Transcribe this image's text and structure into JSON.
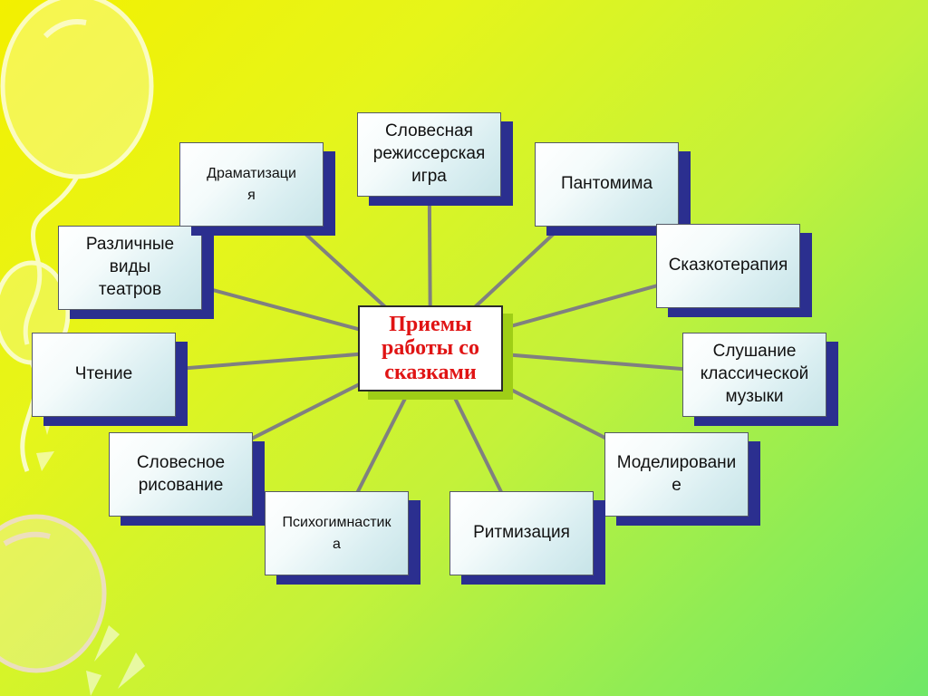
{
  "center": {
    "label": "Приемы\nработы со\nсказками"
  },
  "techniques": [
    {
      "id": "verbal-directing-game",
      "label": "Словесная\nрежиссерская\nигра"
    },
    {
      "id": "pantomime",
      "label": "Пантомима"
    },
    {
      "id": "fairytale-therapy",
      "label": "Сказкотерапия"
    },
    {
      "id": "listening-classical-music",
      "label": "Слушание\nклассической\nмузыки"
    },
    {
      "id": "modeling",
      "label": "Моделировани\nе"
    },
    {
      "id": "rhythmization",
      "label": "Ритмизация"
    },
    {
      "id": "psycho-gymnastics",
      "label": "Психогимнастик\nа"
    },
    {
      "id": "verbal-drawing",
      "label": "Словесное\nрисование"
    },
    {
      "id": "reading",
      "label": "Чтение"
    },
    {
      "id": "theater-types",
      "label": "Различные\nвиды\nтеатров"
    },
    {
      "id": "dramatization",
      "label": "Драматизаци\nя"
    }
  ],
  "colors": {
    "connector": "#808080",
    "box_shadow": "#2b2f8f",
    "center_shadow": "#9fce16",
    "center_text": "#e01414",
    "balloon_outline": "#ffffff"
  }
}
